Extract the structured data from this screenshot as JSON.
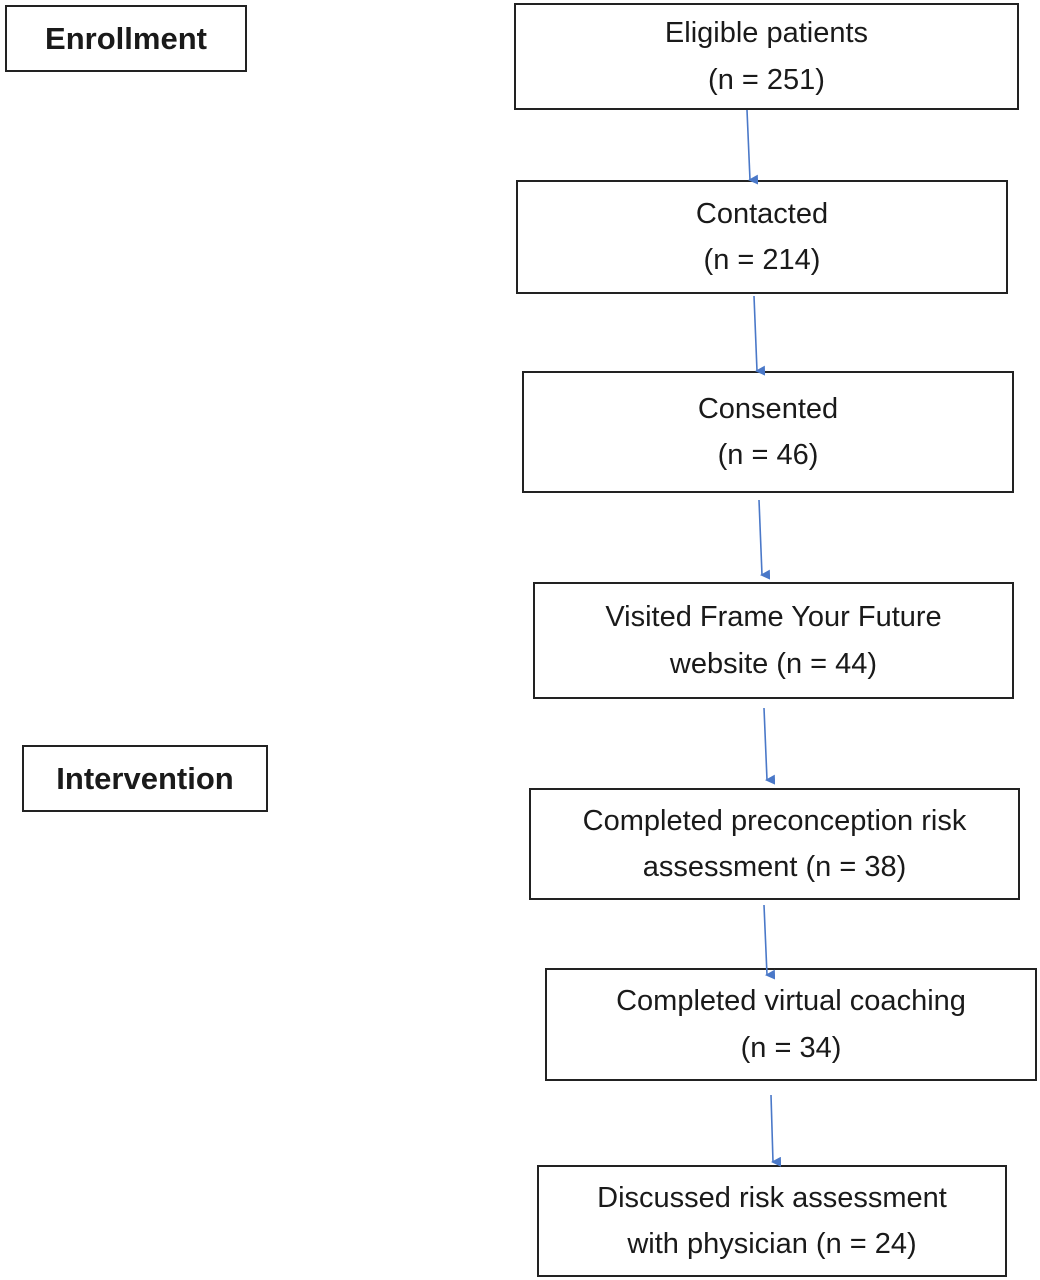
{
  "stages": {
    "enrollment": "Enrollment",
    "intervention": "Intervention"
  },
  "steps": [
    {
      "line1": "Eligible patients",
      "line2": "(n = 251)"
    },
    {
      "line1": "Contacted",
      "line2": "(n = 214)"
    },
    {
      "line1": "Consented",
      "line2": "(n = 46)"
    },
    {
      "line1": "Visited Frame Your Future",
      "line2": "website (n = 44)"
    },
    {
      "line1": "Completed preconception risk",
      "line2": "assessment (n = 38)"
    },
    {
      "line1": "Completed virtual coaching",
      "line2": "(n = 34)"
    },
    {
      "line1": "Discussed risk assessment",
      "line2": "with physician (n = 24)"
    }
  ],
  "colors": {
    "arrow": "#4a78c8",
    "border": "#222222"
  }
}
